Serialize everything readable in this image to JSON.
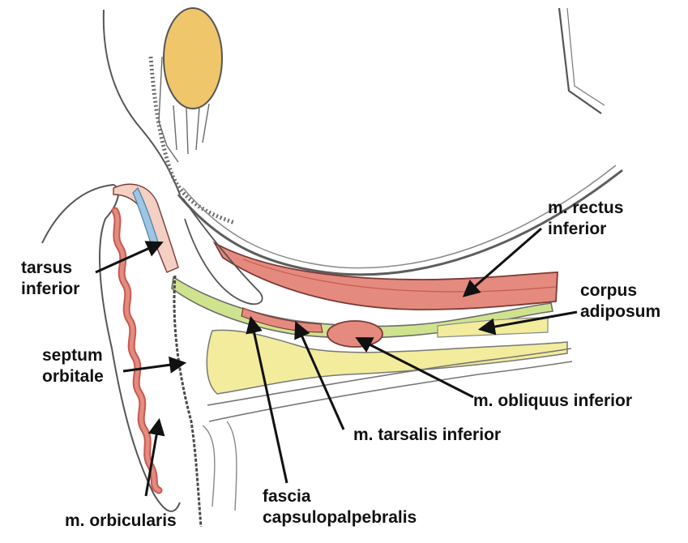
{
  "labels": {
    "rectus_inferior": [
      "m. rectus",
      "inferior"
    ],
    "tarsus_inferior": [
      "tarsus",
      "inferior"
    ],
    "corpus_adiposum": [
      "corpus",
      "adiposum"
    ],
    "septum_orbitale": [
      "septum",
      "orbitale"
    ],
    "obliquus_inferior": "m. obliquus inferior",
    "tarsalis_inferior": "m. tarsalis inferior",
    "fascia_capsulopalpebralis": [
      "fascia",
      "capsulopalpebralis"
    ],
    "orbicularis": "m. orbicularis"
  },
  "colors": {
    "outline": "#4a4a4a",
    "muscle": "#e58a7e",
    "muscle_dark": "#c65a50",
    "fat": "#f2ec9c",
    "capsule_green": "#cfe38e",
    "tarsus_blue": "#9cc6e3",
    "lens_orange": "#f0c66a",
    "arrow": "#111111"
  }
}
